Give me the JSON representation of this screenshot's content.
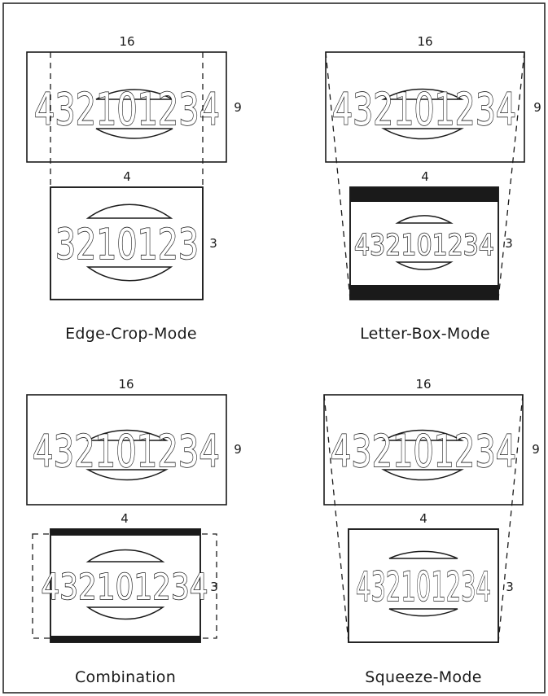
{
  "panels": {
    "edge_crop": {
      "caption": "Edge-Crop-Mode",
      "wide": {
        "width_label": "16",
        "height_label": "9",
        "digits": "432101234"
      },
      "narrow": {
        "width_label": "4",
        "height_label": "3",
        "digits": "3210123"
      }
    },
    "letter_box": {
      "caption": "Letter-Box-Mode",
      "wide": {
        "width_label": "16",
        "height_label": "9",
        "digits": "432101234"
      },
      "narrow": {
        "width_label": "4",
        "height_label": "3",
        "digits": "432101234"
      }
    },
    "combination": {
      "caption": "Combination",
      "wide": {
        "width_label": "16",
        "height_label": "9",
        "digits": "432101234"
      },
      "narrow": {
        "width_label": "4",
        "height_label": "3",
        "digits": "432101234"
      }
    },
    "squeeze": {
      "caption": "Squeeze-Mode",
      "wide": {
        "width_label": "16",
        "height_label": "9",
        "digits": "432101234"
      },
      "narrow": {
        "width_label": "4",
        "height_label": "3",
        "digits": "432101234"
      }
    }
  }
}
